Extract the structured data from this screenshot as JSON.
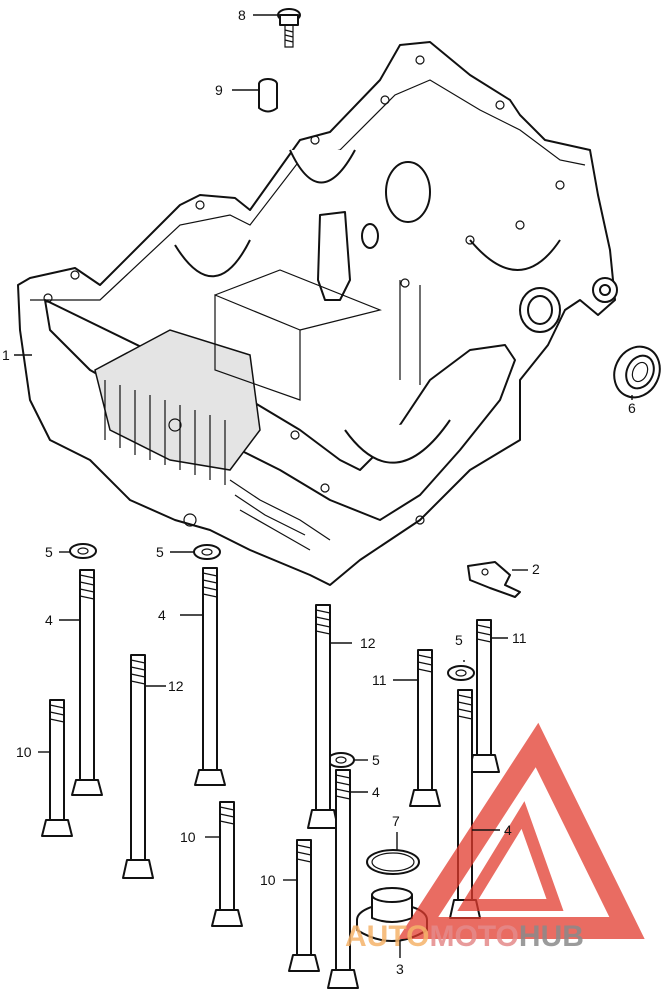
{
  "callouts": [
    "8",
    "9",
    "1",
    "6",
    "5",
    "5",
    "2",
    "4",
    "4",
    "12",
    "12",
    "11",
    "5",
    "11",
    "10",
    "5",
    "4",
    "7",
    "4",
    "10",
    "10",
    "3"
  ],
  "watermark": {
    "part1": "AUTO",
    "part2": "MOTO",
    "part3": "HUB",
    "logo": "red-triangle-logo",
    "colors": {
      "triangle": "#e23b2e",
      "auto": "#f5b36a",
      "moto": "#e58a8a",
      "hub": "#8a8a8a"
    }
  }
}
